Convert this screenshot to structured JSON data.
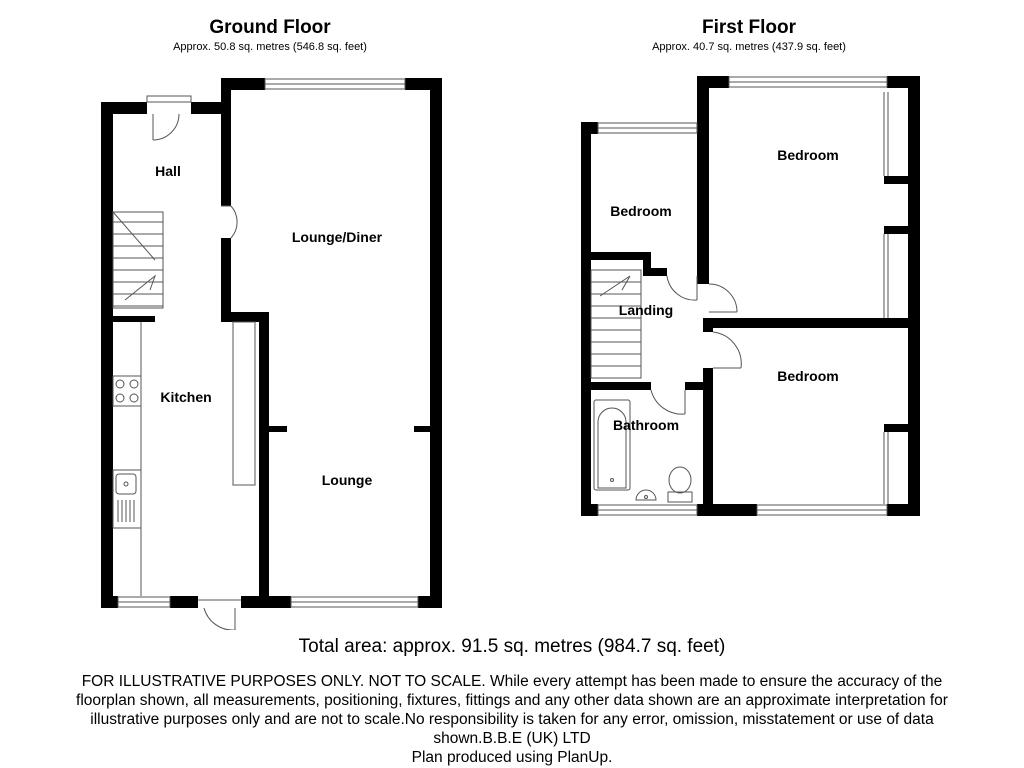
{
  "ground_floor": {
    "title": "Ground Floor",
    "area": "Approx.  50.8 sq. metres (546.8 sq. feet)",
    "rooms": {
      "hall": "Hall",
      "lounge_diner": "Lounge/Diner",
      "kitchen": "Kitchen",
      "lounge": "Lounge"
    }
  },
  "first_floor": {
    "title": "First Floor",
    "area": "Approx.  40.7 sq. metres (437.9 sq. feet)",
    "rooms": {
      "bedroom_1": "Bedroom",
      "bedroom_2": "Bedroom",
      "bedroom_3": "Bedroom",
      "landing": "Landing",
      "bathroom": "Bathroom"
    }
  },
  "total_area": "Total area: approx.  91.5 sq. metres (984.7 sq. feet)",
  "disclaimer": {
    "line1": "FOR ILLUSTRATIVE PURPOSES ONLY. NOT TO SCALE. While every attempt has been made to ensure the accuracy of the",
    "line2": "floorplan shown, all measurements, positioning, fixtures, fittings and any other data shown are an approximate interpretation for",
    "line3": "illustrative purposes only and are not to scale.No responsibility is taken for any error, omission, misstatement or use of data",
    "line4": "shown.B.B.E (UK) LTD",
    "line5": "Plan produced using PlanUp."
  },
  "colors": {
    "wall": "#000000",
    "background": "#ffffff",
    "fixture": "#555555"
  }
}
